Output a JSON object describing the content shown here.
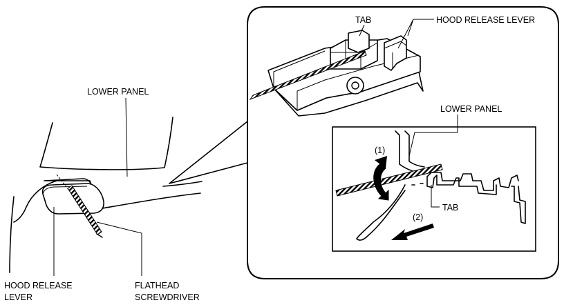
{
  "labels": {
    "lower_panel_left": "LOWER PANEL",
    "hood_release_lever_line1": "HOOD RELEASE",
    "hood_release_lever_line2": "LEVER",
    "flathead_line1": "FLATHEAD",
    "flathead_line2": "SCREWDRIVER",
    "tab_top": "TAB",
    "hood_release_lever_top": "HOOD RELEASE LEVER",
    "lower_panel_inset": "LOWER PANEL",
    "step_1": "(1)",
    "step_2": "(2)",
    "tab_inset": "TAB"
  },
  "colors": {
    "line": "#000000",
    "background": "#ffffff"
  }
}
